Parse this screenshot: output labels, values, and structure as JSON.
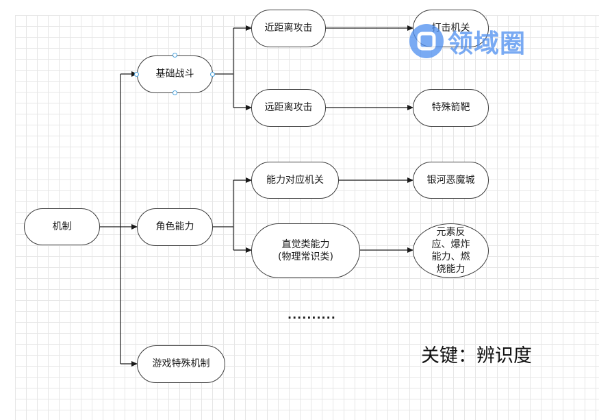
{
  "diagram": {
    "root": {
      "label": "机制"
    },
    "categories": [
      {
        "id": "basic-combat",
        "label": "基础战斗"
      },
      {
        "id": "character-ability",
        "label": "角色能力"
      },
      {
        "id": "special-mechanics",
        "label": "游戏特殊机制"
      }
    ],
    "methods": [
      {
        "id": "melee",
        "label": "近距离攻击"
      },
      {
        "id": "ranged",
        "label": "远距离攻击"
      },
      {
        "id": "ability-mechanism",
        "label": "能力对应机关"
      },
      {
        "id": "intuitive-ability",
        "label": "直觉类能力\n(物理常识类)"
      }
    ],
    "examples": [
      {
        "id": "hit-mechanism",
        "label": "打击机关"
      },
      {
        "id": "special-target",
        "label": "特殊箭靶"
      },
      {
        "id": "galaxy-castle",
        "label": "银河恶魔城"
      },
      {
        "id": "elemental",
        "label": "元素反\n应、爆炸\n能力、燃\n烧能力"
      }
    ],
    "ellipsis": "..........",
    "keyword": "关键：辨识度"
  },
  "watermark": {
    "text": "领域圈"
  },
  "colors": {
    "line": "#1a1a1a",
    "node_border": "#3a3a3a",
    "handle": "#4aa3df",
    "watermark": "#4d8ef0"
  }
}
